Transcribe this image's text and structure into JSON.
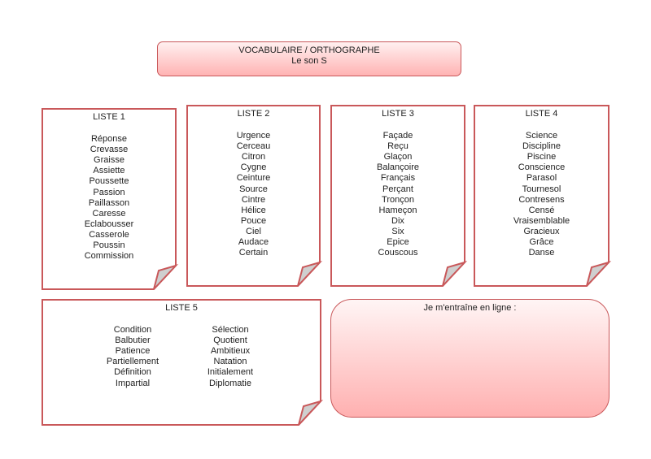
{
  "header": {
    "title": "VOCABULAIRE / ORTHOGRAPHE",
    "subtitle": "Le son S"
  },
  "lists": [
    {
      "title": "LISTE 1",
      "words": [
        "Réponse",
        "Crevasse",
        "Graisse",
        "Assiette",
        "Poussette",
        "Passion",
        "Paillasson",
        "Caresse",
        "Eclabousser",
        "Casserole",
        "Poussin",
        "Commission"
      ]
    },
    {
      "title": "LISTE 2",
      "words": [
        "Urgence",
        "Cerceau",
        "Citron",
        "Cygne",
        "Ceinture",
        "Source",
        "Cintre",
        "Hélice",
        "Pouce",
        "Ciel",
        "Audace",
        "Certain"
      ]
    },
    {
      "title": "LISTE 3",
      "words": [
        "Façade",
        "Reçu",
        "Glaçon",
        "Balançoire",
        "Français",
        "Perçant",
        "Tronçon",
        "Hameçon",
        "Dix",
        "Six",
        "Epice",
        "Couscous"
      ]
    },
    {
      "title": "LISTE 4",
      "words": [
        "Science",
        "Discipline",
        "Piscine",
        "Conscience",
        "Parasol",
        "Tournesol",
        "Contresens",
        "Censé",
        "Vraisemblable",
        "Gracieux",
        "Grâce",
        "Danse"
      ]
    }
  ],
  "list5": {
    "title": "LISTE 5",
    "col1": [
      "Condition",
      "Balbutier",
      "Patience",
      "Partiellement",
      "Définition",
      "Impartial"
    ],
    "col2": [
      "Sélection",
      "Quotient",
      "Ambitieux",
      "Natation",
      "Initialement",
      "Diplomatie"
    ]
  },
  "online": {
    "label": "Je m'entraîne en ligne :"
  }
}
